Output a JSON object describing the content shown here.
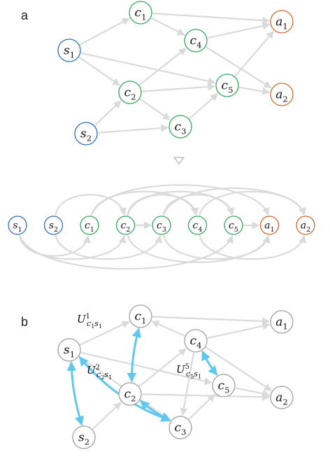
{
  "colors": {
    "sensory": "#2a6fc0",
    "cortical": "#36a85a",
    "action": "#d06a2e",
    "plain": "#9e9e9e",
    "edge": "#dadada",
    "highlight": "#5ec8ef"
  },
  "panels": {
    "a": {
      "label": "a"
    },
    "b": {
      "label": "b"
    }
  },
  "nodes": {
    "s1": {
      "base": "s",
      "sub": "1",
      "group": "sensory"
    },
    "s2": {
      "base": "s",
      "sub": "2",
      "group": "sensory"
    },
    "c1": {
      "base": "c",
      "sub": "1",
      "group": "cortical"
    },
    "c2": {
      "base": "c",
      "sub": "2",
      "group": "cortical"
    },
    "c3": {
      "base": "c",
      "sub": "3",
      "group": "cortical"
    },
    "c4": {
      "base": "c",
      "sub": "4",
      "group": "cortical"
    },
    "c5": {
      "base": "c",
      "sub": "5",
      "group": "cortical"
    },
    "a1": {
      "base": "a",
      "sub": "1",
      "group": "action"
    },
    "a2": {
      "base": "a",
      "sub": "2",
      "group": "action"
    }
  },
  "graph_a": {
    "edges": [
      [
        "s1",
        "c1"
      ],
      [
        "s1",
        "c2"
      ],
      [
        "s1",
        "c5"
      ],
      [
        "s2",
        "c2"
      ],
      [
        "s2",
        "c3"
      ],
      [
        "c1",
        "c4"
      ],
      [
        "c1",
        "a1"
      ],
      [
        "c2",
        "c4"
      ],
      [
        "c2",
        "c5"
      ],
      [
        "c2",
        "c3"
      ],
      [
        "c3",
        "c5"
      ],
      [
        "c4",
        "a1"
      ],
      [
        "c4",
        "a2"
      ],
      [
        "c5",
        "a1"
      ],
      [
        "c5",
        "a2"
      ]
    ]
  },
  "chain": {
    "order": [
      "s1",
      "s2",
      "c1",
      "c2",
      "c3",
      "c4",
      "c5",
      "a1",
      "a2"
    ],
    "straight_edges": [
      [
        "c2",
        "c3"
      ],
      [
        "c5",
        "a1"
      ]
    ],
    "top_arcs": [
      [
        "s2",
        "c2"
      ],
      [
        "c1",
        "c4"
      ],
      [
        "c1",
        "a1"
      ],
      [
        "c2",
        "c4"
      ],
      [
        "c2",
        "c5"
      ],
      [
        "c3",
        "c5"
      ],
      [
        "c3",
        "a2"
      ],
      [
        "c4",
        "a2"
      ]
    ],
    "bottom_arcs": [
      [
        "s1",
        "c1"
      ],
      [
        "s1",
        "c2"
      ],
      [
        "s1",
        "c5"
      ],
      [
        "s2",
        "c3"
      ],
      [
        "c2",
        "a1"
      ],
      [
        "c3",
        "a1"
      ],
      [
        "c4",
        "a2"
      ]
    ]
  },
  "graph_b": {
    "edges": [
      [
        "s1",
        "c1"
      ],
      [
        "s1",
        "c5"
      ],
      [
        "s1",
        "c3"
      ],
      [
        "s2",
        "c2"
      ],
      [
        "c1",
        "a1"
      ],
      [
        "c4",
        "c1"
      ],
      [
        "c4",
        "a1"
      ],
      [
        "c4",
        "a2"
      ],
      [
        "c2",
        "c4"
      ],
      [
        "c2",
        "a2"
      ],
      [
        "c2",
        "c3"
      ],
      [
        "c3",
        "c5"
      ],
      [
        "c5",
        "a2"
      ],
      [
        "c4",
        "c3"
      ]
    ],
    "highlight_edges": [
      [
        "c1",
        "c2"
      ],
      [
        "s1",
        "s2"
      ],
      [
        "s1",
        "c3"
      ],
      [
        "c2",
        "c3"
      ],
      [
        "c4",
        "c5"
      ]
    ],
    "u_labels": [
      {
        "base": "U",
        "sup": "1",
        "sub_c": "c",
        "sub_ci": "1",
        "sub_s": "s",
        "sub_si": "1"
      },
      {
        "base": "U",
        "sup": "2",
        "sub_c": "c",
        "sub_ci": "2",
        "sub_s": "s",
        "sub_si": "1"
      },
      {
        "base": "U",
        "sup": "5",
        "sub_c": "c",
        "sub_ci": "5",
        "sub_s": "s",
        "sub_si": "1"
      }
    ]
  },
  "separator_icon": "triangle-down-icon"
}
